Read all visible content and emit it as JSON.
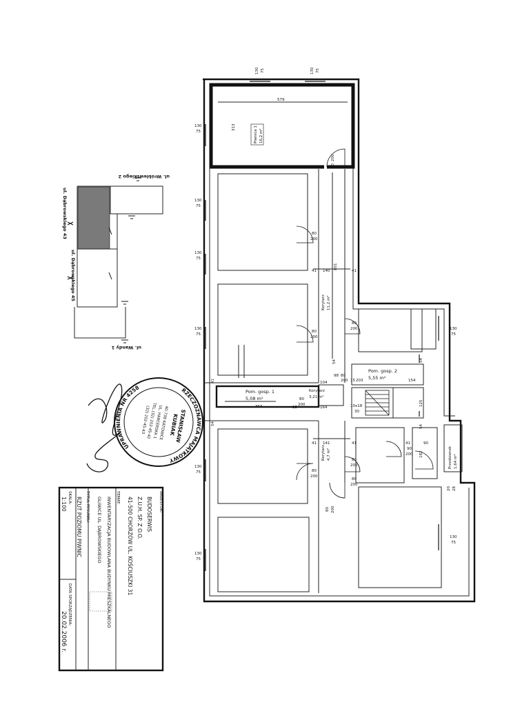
{
  "title_block": {
    "label_investor": "INWESTOR:",
    "investor_line1": "BUDOSERWIS",
    "investor_line2": "Z.U.H. SP. Z O.O.",
    "investor_line3": "41-500 CHORZÓW UL. KOŚCIUSZKI 31",
    "label_subject": "TEMAT:",
    "subject_line1": "INWENTARYZACJA BUDOWLANA BUDYNKU MIESZKALNEGO",
    "subject_line2": "GLIWICE UL. DĄBROWSKIEGO",
    "label_drawing": "TYTUŁ RYSUNKU:",
    "drawing_title": "RZUT POZIOMU PIWNIC",
    "label_scale": "SKALA:",
    "scale": "1:100",
    "label_date": "DATA SPORZĄDZENIA:",
    "date": "20.02.2006 r."
  },
  "stamp": {
    "top_text": "RZECZOZNAWCA MAJĄTKOWY",
    "name1": "STANISŁAW",
    "name2": "KUBIAK",
    "addr1": "40-738 KATOWICE",
    "addr2": "UL. HARCERSKA 1",
    "addr3": "TEL.(32) 202-45-42",
    "addr4": "(32) 202-45-43",
    "license": "UPRAWNIENIA NR 4258"
  },
  "site_plan": {
    "street_top": "ul. Wróblewskiego 2",
    "street_left1": "ul. Dąbrowskiego 43",
    "street_left2": "ul. Dąbrowskiego 45",
    "street_bottom": "ul. Wandy 1"
  },
  "rooms": [
    {
      "name": "Piwnica 1",
      "area": "16,2 m²"
    },
    {
      "name": "Korytarz",
      "area": "11,2 m²"
    },
    {
      "name": "Pom. gosp. 1",
      "area": "5,08 m²"
    },
    {
      "name": "Korytarz",
      "area": "3,21 m²"
    },
    {
      "name": "Pom. gosp. 2",
      "area": "5,55 m²"
    },
    {
      "name": "Korytarz",
      "area": "4,7 m²"
    },
    {
      "name": "Przedsionek",
      "area": "1,64 m²"
    }
  ],
  "dimensions": {
    "d130": "130",
    "d75": "75",
    "d80": "80",
    "d200": "200",
    "d41": "41",
    "d140": "140",
    "d141": "141",
    "d54": "54",
    "d579": "579",
    "d313": "313",
    "d801": "801",
    "d363": "363",
    "d164": "164",
    "d104": "104",
    "d98": "98",
    "d15": "15",
    "d203": "203",
    "d154": "154",
    "d125": "125",
    "d182": "182",
    "d90": "90",
    "d30": "30",
    "d10x18": "10x18",
    "d20": "20",
    "d28": "28"
  }
}
